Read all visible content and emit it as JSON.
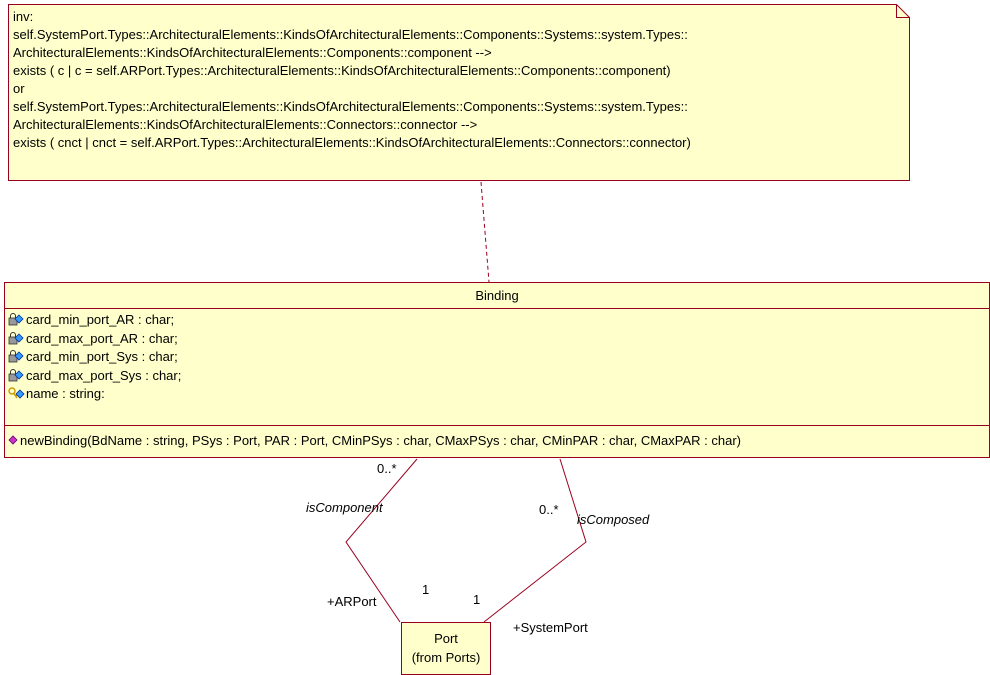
{
  "note": {
    "lines": [
      "inv:",
      "self.SystemPort.Types::ArchitecturalElements::KindsOfArchitecturalElements::Components::Systems::system.Types::",
      "ArchitecturalElements::KindsOfArchitecturalElements::Components::component -->",
      "exists ( c | c = self.ARPort.Types::ArchitecturalElements::KindsOfArchitecturalElements::Components::component)",
      "or",
      "self.SystemPort.Types::ArchitecturalElements::KindsOfArchitecturalElements::Components::Systems::system.Types::",
      "ArchitecturalElements::KindsOfArchitecturalElements::Connectors::connector -->",
      "exists ( cnct | cnct = self.ARPort.Types::ArchitecturalElements::KindsOfArchitecturalElements::Connectors::connector)"
    ]
  },
  "binding": {
    "name": "Binding",
    "attributes": [
      {
        "text": "card_min_port_AR : char;",
        "icon": "private-attribute-icon"
      },
      {
        "text": "card_max_port_AR : char;",
        "icon": "private-attribute-icon"
      },
      {
        "text": "card_min_port_Sys : char;",
        "icon": "private-attribute-icon"
      },
      {
        "text": "card_max_port_Sys : char;",
        "icon": "private-attribute-icon"
      },
      {
        "text": "name : string:",
        "icon": "key-attribute-icon"
      }
    ],
    "operation": "newBinding(BdName : string, PSys : Port, PAR : Port, CMinPSys : char, CMaxPSys : char, CMinPAR : char, CMaxPAR : char)"
  },
  "port": {
    "name": "Port",
    "from": "(from Ports)"
  },
  "associations": {
    "left": {
      "name": "isComponent",
      "mult_binding": "0..*",
      "mult_port": "1",
      "role": "+ARPort"
    },
    "right": {
      "name": "isComposed",
      "mult_binding": "0..*",
      "mult_port": "1",
      "role": "+SystemPort"
    }
  },
  "colors": {
    "fill": "#ffffcc",
    "border": "#99001f",
    "operation_icon": "#cc33cc"
  }
}
